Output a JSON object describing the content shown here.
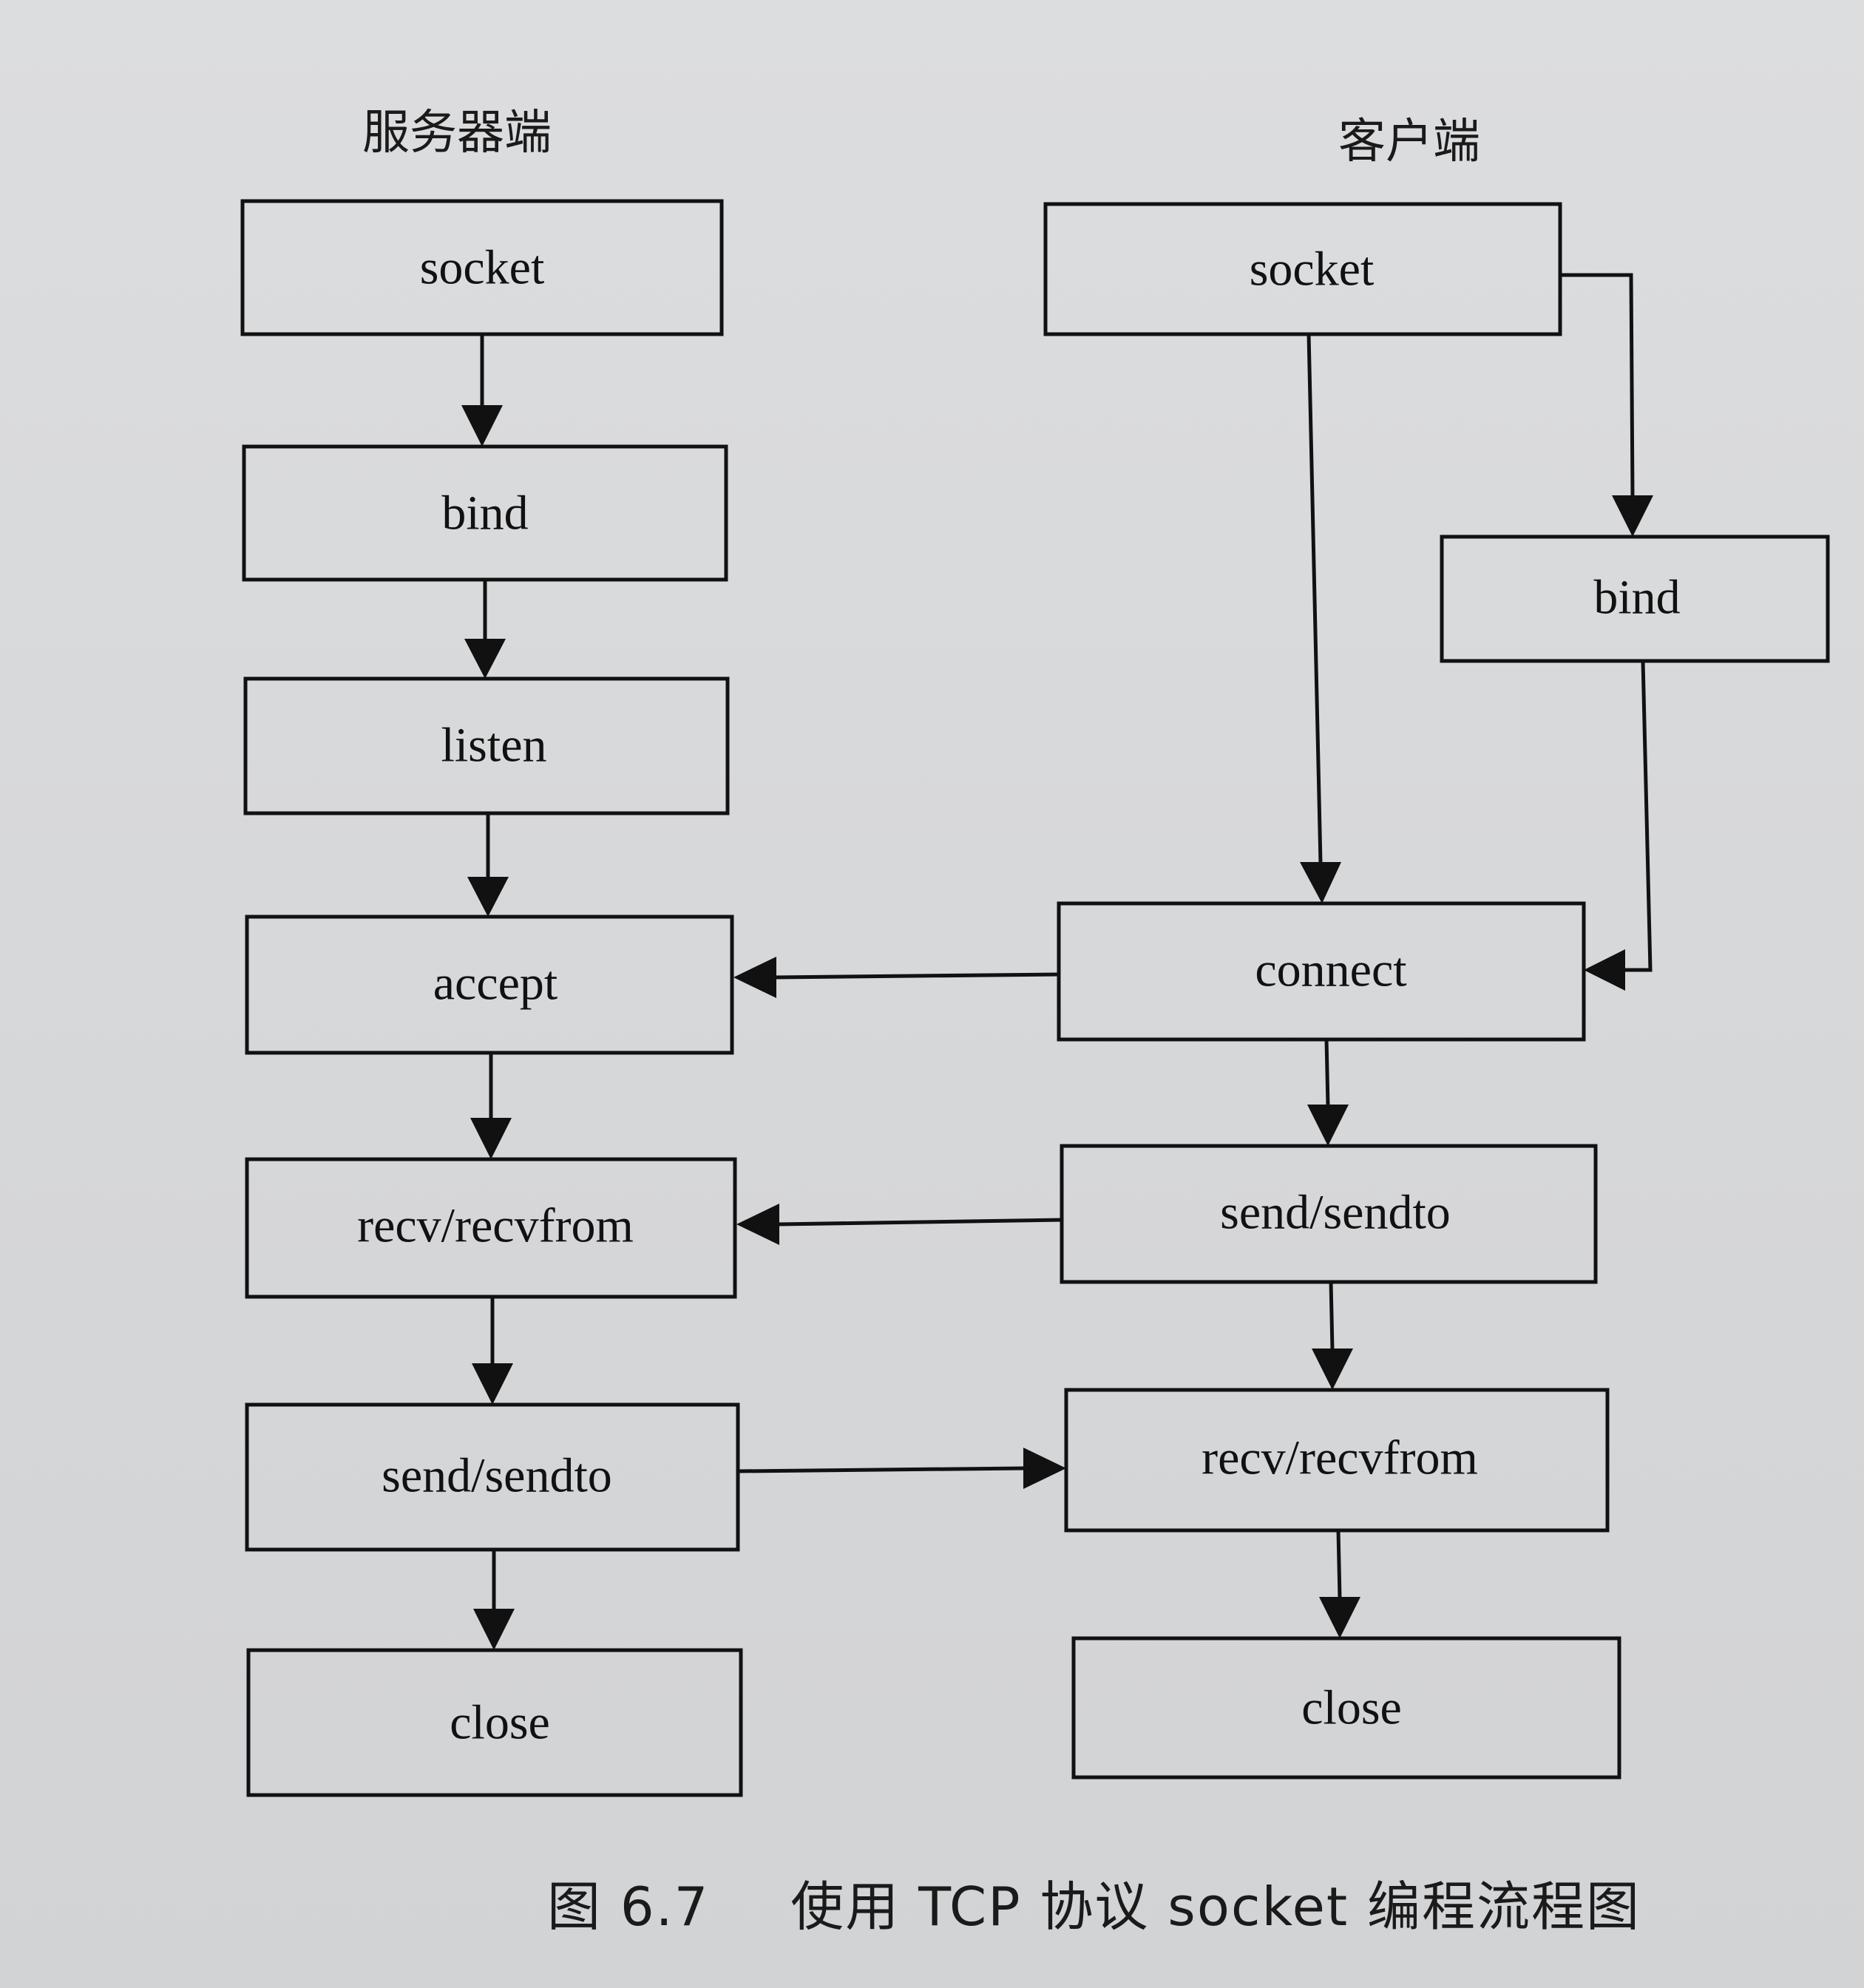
{
  "diagram": {
    "columns": {
      "server": {
        "heading": "服务器端"
      },
      "client": {
        "heading": "客户端"
      }
    },
    "server_nodes": [
      {
        "id": "s-socket",
        "label": "socket"
      },
      {
        "id": "s-bind",
        "label": "bind"
      },
      {
        "id": "s-listen",
        "label": "listen"
      },
      {
        "id": "s-accept",
        "label": "accept"
      },
      {
        "id": "s-recv",
        "label": "recv/recvfrom"
      },
      {
        "id": "s-send",
        "label": "send/sendto"
      },
      {
        "id": "s-close",
        "label": "close"
      }
    ],
    "client_nodes": [
      {
        "id": "c-socket",
        "label": "socket"
      },
      {
        "id": "c-bind",
        "label": "bind"
      },
      {
        "id": "c-connect",
        "label": "connect"
      },
      {
        "id": "c-send",
        "label": "send/sendto"
      },
      {
        "id": "c-recv",
        "label": "recv/recvfrom"
      },
      {
        "id": "c-close",
        "label": "close"
      }
    ],
    "edges": [
      {
        "from": "s-socket",
        "to": "s-bind"
      },
      {
        "from": "s-bind",
        "to": "s-listen"
      },
      {
        "from": "s-listen",
        "to": "s-accept"
      },
      {
        "from": "s-accept",
        "to": "s-recv"
      },
      {
        "from": "s-recv",
        "to": "s-send"
      },
      {
        "from": "s-send",
        "to": "s-close"
      },
      {
        "from": "c-socket",
        "to": "c-connect"
      },
      {
        "from": "c-socket",
        "to": "c-bind"
      },
      {
        "from": "c-bind",
        "to": "c-connect"
      },
      {
        "from": "c-connect",
        "to": "c-send"
      },
      {
        "from": "c-send",
        "to": "c-recv"
      },
      {
        "from": "c-recv",
        "to": "c-close"
      },
      {
        "from": "c-connect",
        "to": "s-accept"
      },
      {
        "from": "c-send",
        "to": "s-recv"
      },
      {
        "from": "s-send",
        "to": "c-recv"
      }
    ]
  },
  "caption": {
    "figure_number": "图 6.7",
    "text": "使用 TCP 协议 socket 编程流程图"
  }
}
